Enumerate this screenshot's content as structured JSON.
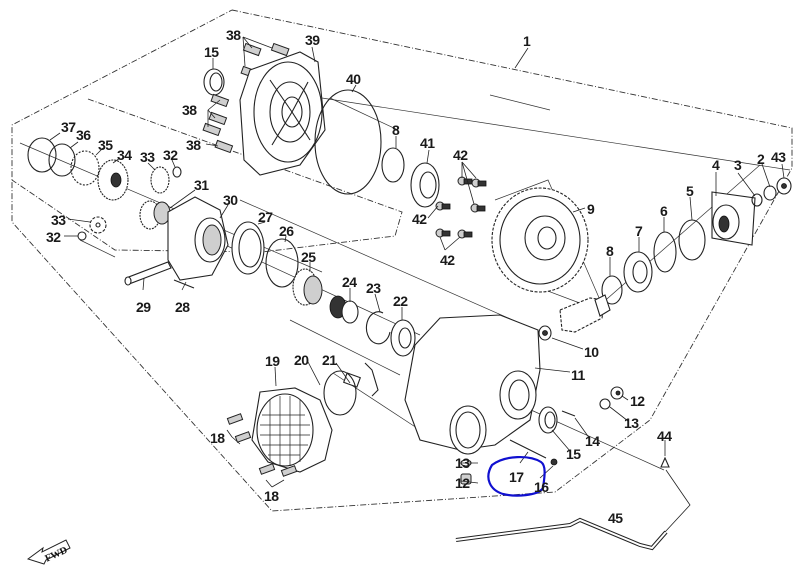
{
  "diagram": {
    "title_callout": "1",
    "highlight_color": "#1010d0",
    "direction_arrow": {
      "label": "FWD",
      "icon": "forward-arrow-icon"
    },
    "parts": [
      {
        "id": "p1",
        "label": "1"
      },
      {
        "id": "p2",
        "label": "2"
      },
      {
        "id": "p3",
        "label": "3"
      },
      {
        "id": "p4",
        "label": "4"
      },
      {
        "id": "p5",
        "label": "5"
      },
      {
        "id": "p6",
        "label": "6"
      },
      {
        "id": "p7",
        "label": "7"
      },
      {
        "id": "p8a",
        "label": "8"
      },
      {
        "id": "p8b",
        "label": "8"
      },
      {
        "id": "p9",
        "label": "9"
      },
      {
        "id": "p10",
        "label": "10"
      },
      {
        "id": "p11",
        "label": "11"
      },
      {
        "id": "p12a",
        "label": "12"
      },
      {
        "id": "p12b",
        "label": "12"
      },
      {
        "id": "p13a",
        "label": "13"
      },
      {
        "id": "p13b",
        "label": "13"
      },
      {
        "id": "p14",
        "label": "14"
      },
      {
        "id": "p15a",
        "label": "15"
      },
      {
        "id": "p15b",
        "label": "15"
      },
      {
        "id": "p16",
        "label": "16"
      },
      {
        "id": "p17",
        "label": "17"
      },
      {
        "id": "p18a",
        "label": "18"
      },
      {
        "id": "p18b",
        "label": "18"
      },
      {
        "id": "p19",
        "label": "19"
      },
      {
        "id": "p20",
        "label": "20"
      },
      {
        "id": "p21",
        "label": "21"
      },
      {
        "id": "p22",
        "label": "22"
      },
      {
        "id": "p23",
        "label": "23"
      },
      {
        "id": "p24",
        "label": "24"
      },
      {
        "id": "p25",
        "label": "25"
      },
      {
        "id": "p26",
        "label": "26"
      },
      {
        "id": "p27",
        "label": "27"
      },
      {
        "id": "p28",
        "label": "28"
      },
      {
        "id": "p29",
        "label": "29"
      },
      {
        "id": "p30",
        "label": "30"
      },
      {
        "id": "p31",
        "label": "31"
      },
      {
        "id": "p32a",
        "label": "32"
      },
      {
        "id": "p32b",
        "label": "32"
      },
      {
        "id": "p33a",
        "label": "33"
      },
      {
        "id": "p33b",
        "label": "33"
      },
      {
        "id": "p34",
        "label": "34"
      },
      {
        "id": "p35",
        "label": "35"
      },
      {
        "id": "p36",
        "label": "36"
      },
      {
        "id": "p37",
        "label": "37"
      },
      {
        "id": "p38a",
        "label": "38"
      },
      {
        "id": "p38b",
        "label": "38"
      },
      {
        "id": "p38c",
        "label": "38"
      },
      {
        "id": "p39",
        "label": "39"
      },
      {
        "id": "p40",
        "label": "40"
      },
      {
        "id": "p41",
        "label": "41"
      },
      {
        "id": "p42a",
        "label": "42"
      },
      {
        "id": "p42b",
        "label": "42"
      },
      {
        "id": "p42c",
        "label": "42"
      },
      {
        "id": "p43",
        "label": "43"
      },
      {
        "id": "p44",
        "label": "44"
      },
      {
        "id": "p45",
        "label": "45"
      }
    ]
  }
}
